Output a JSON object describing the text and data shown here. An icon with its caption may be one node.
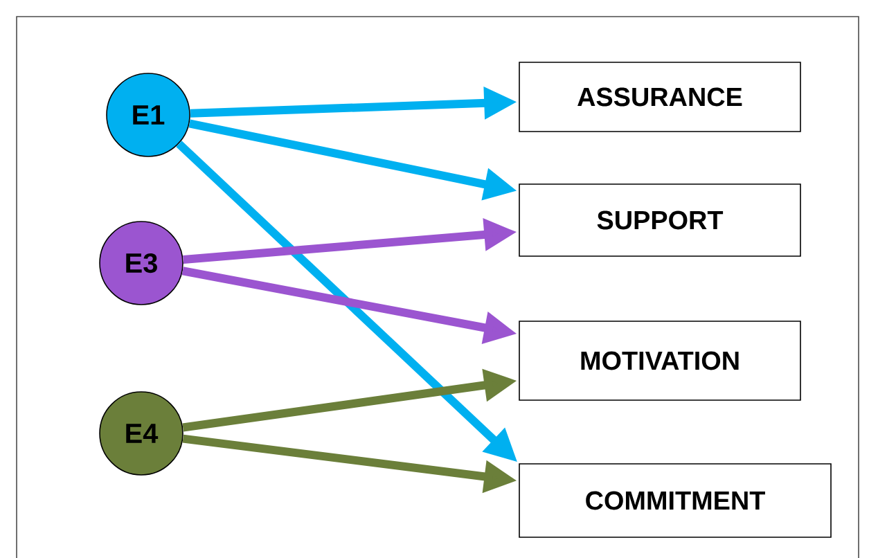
{
  "diagram": {
    "nodes": [
      {
        "text": [
          "E1"
        ]
      },
      {
        "text": [
          "E3"
        ]
      },
      {
        "text": [
          "E4"
        ]
      },
      {
        "text": [
          "ASSURANCE"
        ]
      },
      {
        "text": [
          "SUPPORT"
        ]
      },
      {
        "text": [
          "MOTIVATION"
        ]
      },
      {
        "text": [
          "COMMITMENT"
        ]
      }
    ],
    "edges": [
      {
        "from": 0,
        "to": 3,
        "arrow": "to",
        "color": "#00b0f0"
      },
      {
        "from": 0,
        "to": 4,
        "arrow": "to",
        "color": "#00b0f0"
      },
      {
        "from": 0,
        "to": 6,
        "arrow": "to",
        "color": "#00b0f0"
      },
      {
        "from": 1,
        "to": 4,
        "arrow": "to",
        "color": "#9b55d0"
      },
      {
        "from": 1,
        "to": 5,
        "arrow": "to",
        "color": "#9b55d0"
      },
      {
        "from": 2,
        "to": 5,
        "arrow": "to",
        "color": "#6b7f3a"
      },
      {
        "from": 2,
        "to": 6,
        "arrow": "to",
        "color": "#6b7f3a"
      }
    ]
  }
}
